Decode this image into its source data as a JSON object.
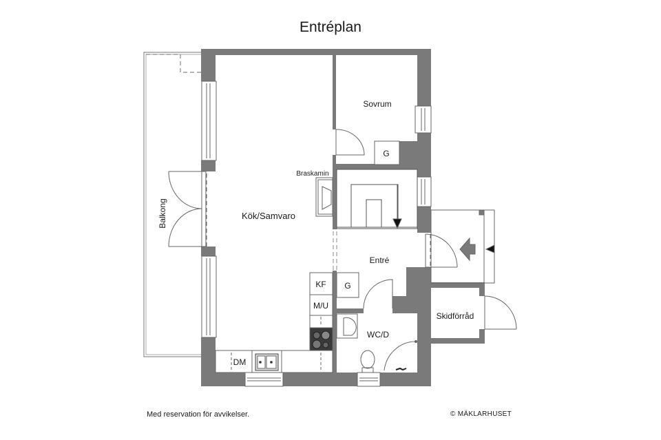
{
  "title": "Entréplan",
  "footer": {
    "disclaimer": "Med reservation för avvikelser.",
    "copyright": "© MÄKLARHUSET"
  },
  "colors": {
    "wall": "#7a7a7a",
    "line": "#555555",
    "background": "#ffffff",
    "text": "#1a1a1a",
    "hob": "#3a3a3a"
  },
  "rooms": {
    "kitchen_living": "Kök/Samvaro",
    "bedroom": "Sovrum",
    "entrance": "Entré",
    "bathroom": "WC/D",
    "ski_storage": "Skidförråd",
    "balcony": "Balkong"
  },
  "fixtures": {
    "fireplace": "Braskamin",
    "wardrobe_bedroom": "G",
    "wardrobe_entrance": "G",
    "fridge_freezer": "KF",
    "microwave_oven": "M/U",
    "dishwasher": "DM"
  }
}
